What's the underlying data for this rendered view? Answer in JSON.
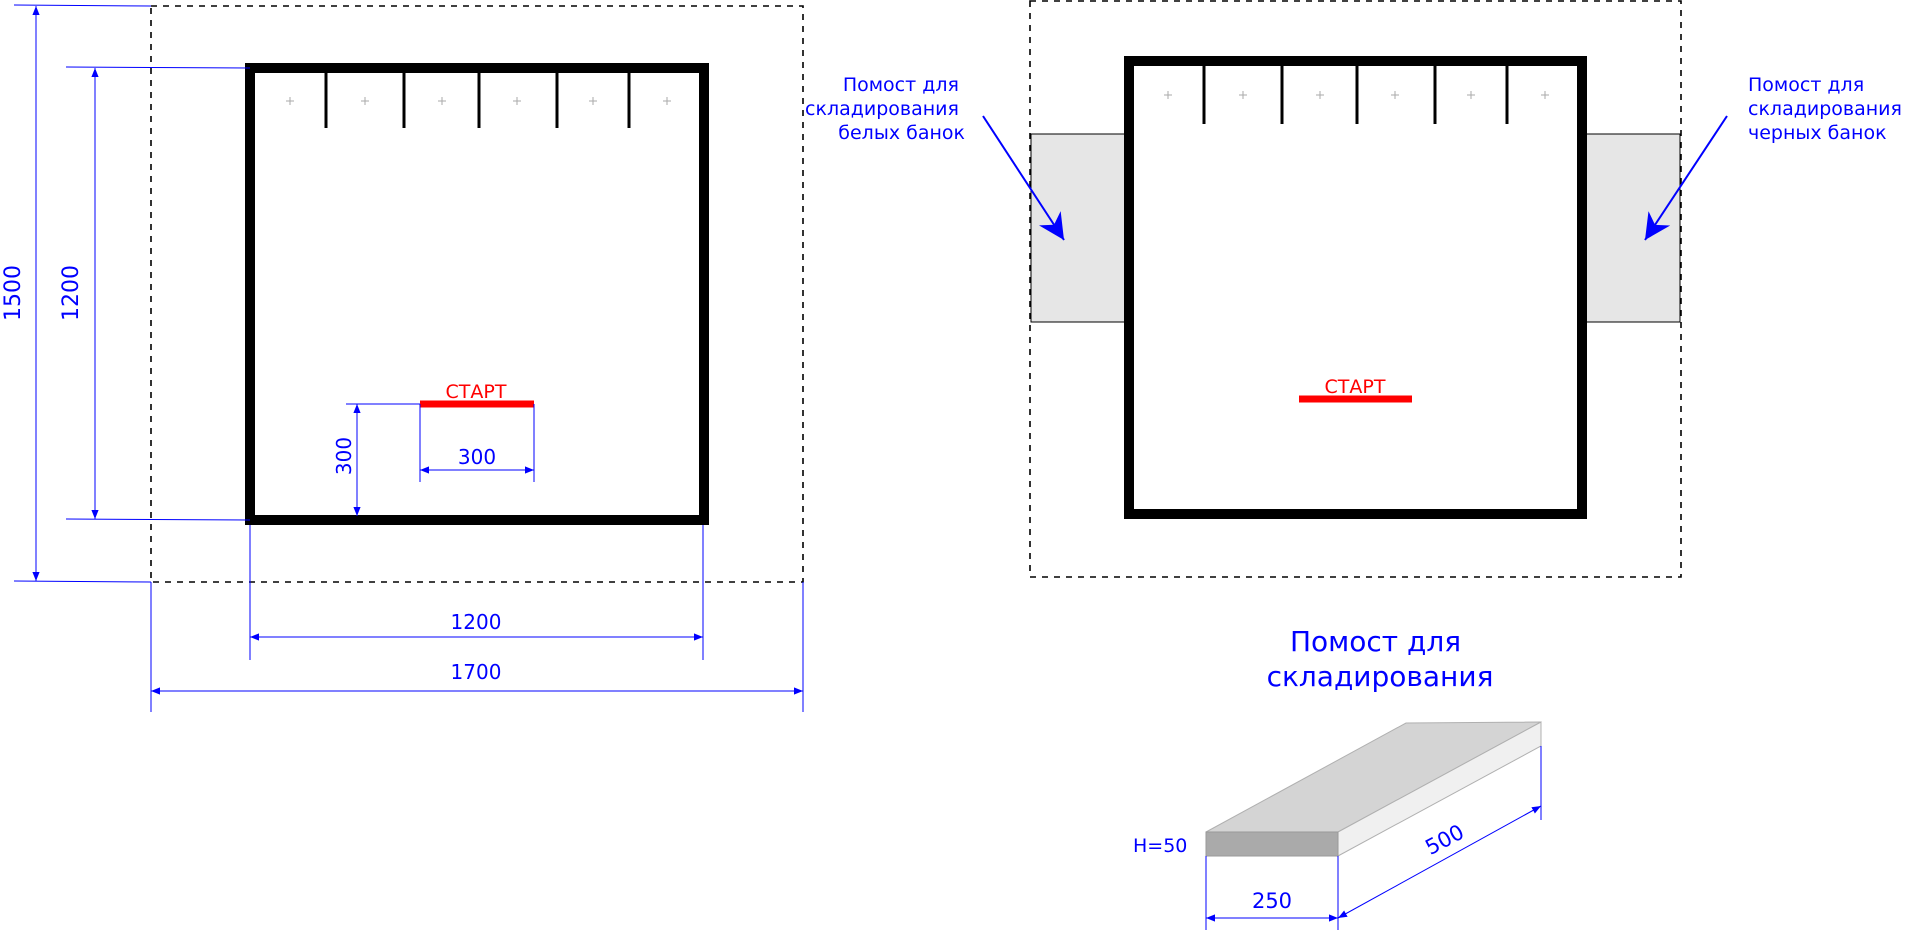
{
  "colors": {
    "dimension": "#0000ff",
    "start": "#ff0000",
    "border": "#000000",
    "platform_fill": "#e6e6e6",
    "cross": "#aaaaaa"
  },
  "left_plan": {
    "dim_outer_height": "1500",
    "dim_field_height": "1200",
    "dim_start_offset": "300",
    "dim_start_width": "300",
    "dim_field_width": "1200",
    "dim_outer_width": "1700",
    "start_label": "СТАРТ"
  },
  "right_plan": {
    "start_label": "СТАРТ",
    "label_white": [
      "Помост для",
      "складирования",
      "белых банок"
    ],
    "label_black": [
      "Помост для",
      "складирования",
      "черных банок"
    ]
  },
  "platform": {
    "title": [
      "Помост для",
      "складирования"
    ],
    "height_label": "H=50",
    "width_label": "250",
    "length_label": "500"
  }
}
